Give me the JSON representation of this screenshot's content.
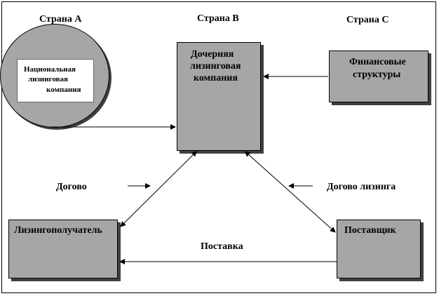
{
  "countries": {
    "a": "Страна А",
    "b": "Страна В",
    "c": "Страна С"
  },
  "national_company": [
    "Национальная",
    "лизинговая",
    "компания"
  ],
  "subsidiary": [
    "Дочерняя",
    "лизинговая",
    "компания"
  ],
  "financial": [
    "Финансовые",
    "структуры"
  ],
  "lessee": "Лизингополучатель",
  "supplier": "Поставщик",
  "labels": {
    "contract_left": "Догово",
    "contract_right": "Догово  лизинга",
    "delivery": "Поставка"
  },
  "colors": {
    "box_fill": "#a6a6a6",
    "shadow": "#404040"
  }
}
